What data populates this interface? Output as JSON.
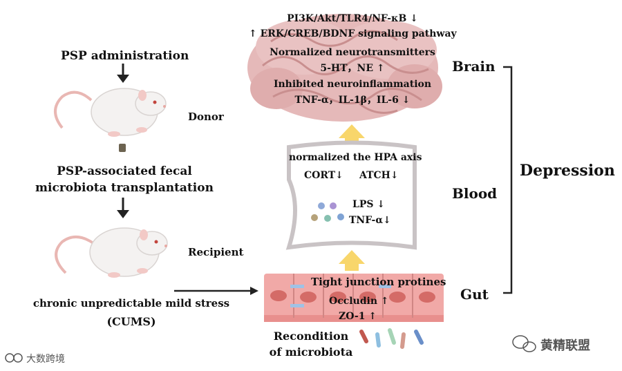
{
  "left": {
    "step1": "PSP administration",
    "donor_label": "Donor",
    "step2_line1": "PSP-associated fecal",
    "step2_line2": "microbiota transplantation",
    "recipient_label": "Recipient",
    "step3_line1": "chronic unpredictable mild stress",
    "step3_line2": "(CUMS)"
  },
  "brain": {
    "line1": "PI3K/Akt/TLR4/NF-κB ↓",
    "line2": "↑ ERK/CREB/BDNF signaling pathway",
    "line3": "Normalized neurotransmitters",
    "line4": "5-HT，NE ↑",
    "line5": "Inhibited neuroinflammation",
    "line6": "TNF-α，IL-1β，IL-6 ↓"
  },
  "blood": {
    "line1": "normalized the HPA axis",
    "cort": "CORT↓",
    "atch": "ATCH↓",
    "lps": "LPS ↓",
    "tnf": "TNF-α↓"
  },
  "gut": {
    "line1": "Tight junction protines",
    "line2": "Occludin ↑",
    "line3": "ZO-1 ↑",
    "microbiota_line1": "Recondition",
    "microbiota_line2": "of microbiota"
  },
  "regions": {
    "brain": "Brain",
    "blood": "Blood",
    "gut": "Gut",
    "outcome": "Depression"
  },
  "watermarks": {
    "left": "大数跨境",
    "right": "黄精联盟"
  },
  "colors": {
    "brain": "#e5b9b9",
    "brain_fold": "#c98f8f",
    "arrow_up": "#f8d66b",
    "gut": "#f1a9a7",
    "gut_cell": "#d46b67",
    "blood_edge": "#c9c3c5"
  }
}
